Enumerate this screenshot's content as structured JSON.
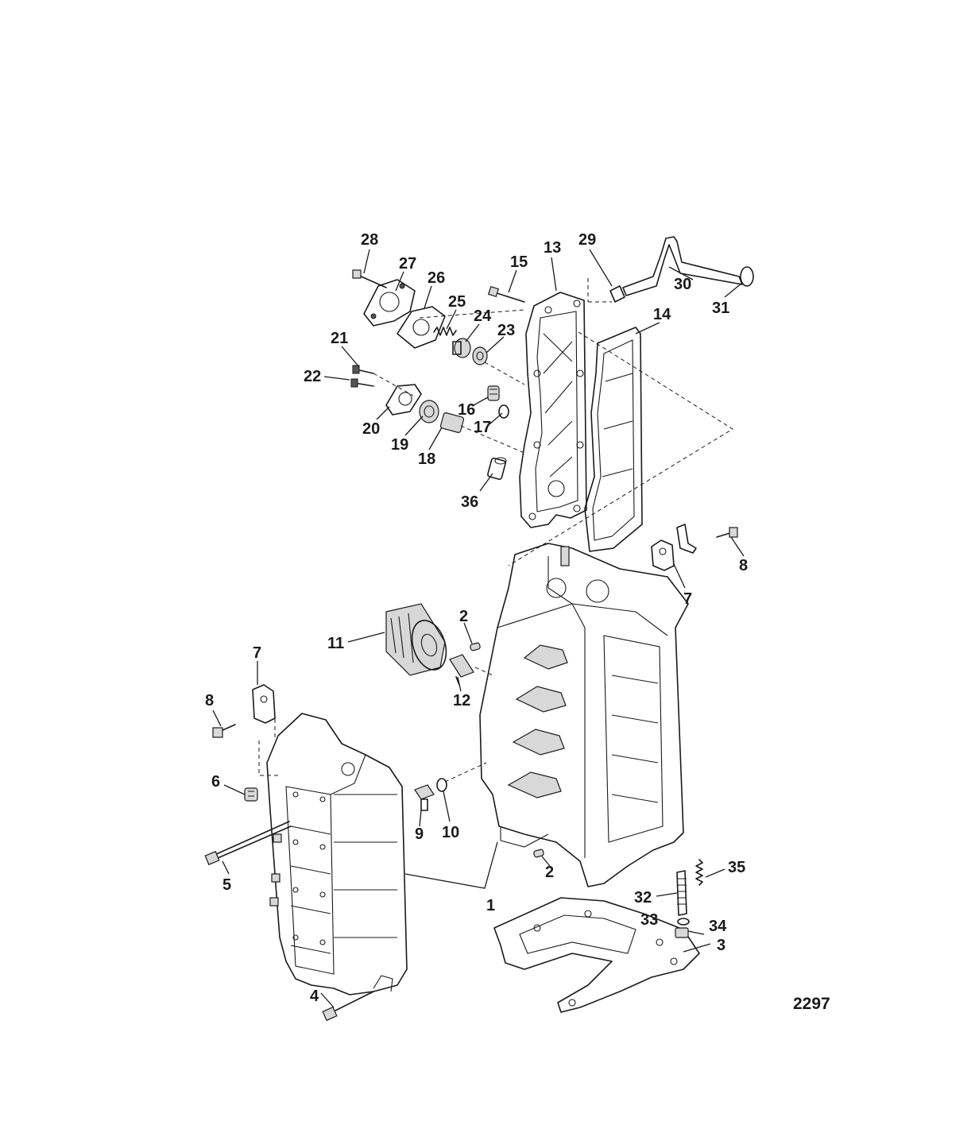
{
  "figure": {
    "number": "2297"
  },
  "callouts": [
    {
      "id": "c1",
      "label": "1"
    },
    {
      "id": "c2a",
      "label": "2"
    },
    {
      "id": "c2b",
      "label": "2"
    },
    {
      "id": "c3",
      "label": "3"
    },
    {
      "id": "c4",
      "label": "4"
    },
    {
      "id": "c5",
      "label": "5"
    },
    {
      "id": "c6",
      "label": "6"
    },
    {
      "id": "c7a",
      "label": "7"
    },
    {
      "id": "c7b",
      "label": "7"
    },
    {
      "id": "c8a",
      "label": "8"
    },
    {
      "id": "c8b",
      "label": "8"
    },
    {
      "id": "c9",
      "label": "9"
    },
    {
      "id": "c10",
      "label": "10"
    },
    {
      "id": "c11",
      "label": "11"
    },
    {
      "id": "c12",
      "label": "12"
    },
    {
      "id": "c13",
      "label": "13"
    },
    {
      "id": "c14",
      "label": "14"
    },
    {
      "id": "c15",
      "label": "15"
    },
    {
      "id": "c16",
      "label": "16"
    },
    {
      "id": "c17",
      "label": "17"
    },
    {
      "id": "c18",
      "label": "18"
    },
    {
      "id": "c19",
      "label": "19"
    },
    {
      "id": "c20",
      "label": "20"
    },
    {
      "id": "c21",
      "label": "21"
    },
    {
      "id": "c22",
      "label": "22"
    },
    {
      "id": "c23",
      "label": "23"
    },
    {
      "id": "c24",
      "label": "24"
    },
    {
      "id": "c25",
      "label": "25"
    },
    {
      "id": "c26",
      "label": "26"
    },
    {
      "id": "c27",
      "label": "27"
    },
    {
      "id": "c28",
      "label": "28"
    },
    {
      "id": "c29",
      "label": "29"
    },
    {
      "id": "c30",
      "label": "30"
    },
    {
      "id": "c31",
      "label": "31"
    },
    {
      "id": "c32",
      "label": "32"
    },
    {
      "id": "c33",
      "label": "33"
    },
    {
      "id": "c34",
      "label": "34"
    },
    {
      "id": "c35",
      "label": "35"
    },
    {
      "id": "c36",
      "label": "36"
    }
  ]
}
